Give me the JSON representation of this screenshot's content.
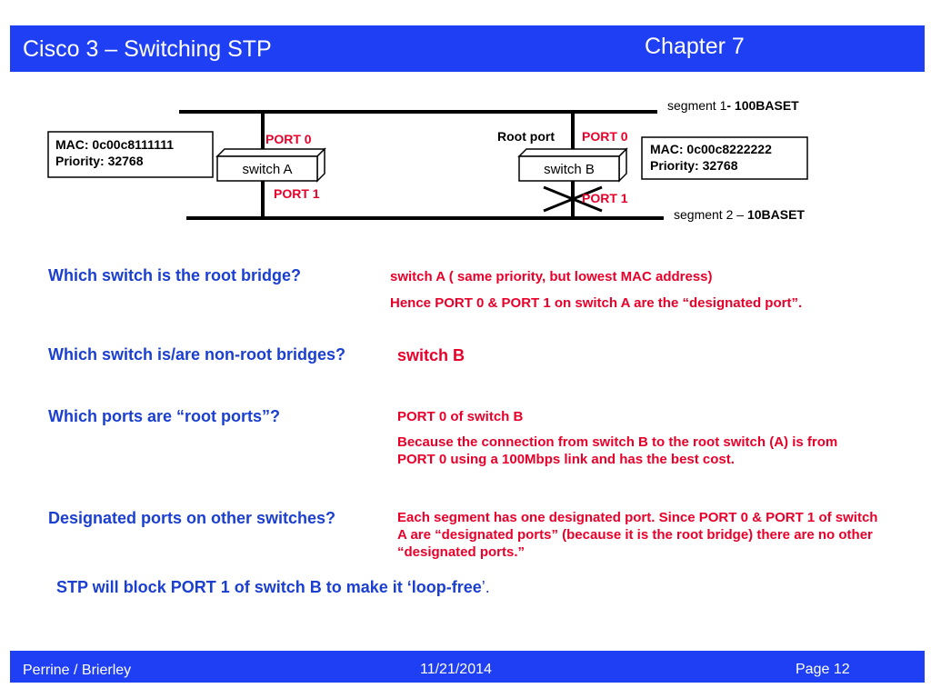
{
  "header": {
    "title": "Cisco 3 – Switching STP",
    "chapter": "Chapter 7"
  },
  "diagram": {
    "segment1": {
      "prefix": "segment 1",
      "suffix": "- 100BASET"
    },
    "segment2": {
      "prefix": "segment  2 – ",
      "suffix": "10BASET"
    },
    "switch_a": {
      "label": "switch A",
      "mac": "MAC: 0c00c8111111",
      "priority": "Priority: 32768",
      "port0": "PORT 0",
      "port1": "PORT 1"
    },
    "switch_b": {
      "label": "switch B",
      "mac": "MAC: 0c00c8222222",
      "priority": "Priority: 32768",
      "port0": "PORT 0",
      "port1": "PORT 1",
      "root_port_label": "Root port"
    }
  },
  "qa": [
    {
      "question": "Which switch is the root bridge?",
      "answers": [
        "switch A ( same priority, but lowest MAC address)",
        "Hence PORT 0 & PORT 1 on switch A are the “designated port”."
      ]
    },
    {
      "question": "Which switch is/are non-root bridges?",
      "answers": [
        "switch B"
      ]
    },
    {
      "question": "Which ports are “root ports”?",
      "answers": [
        "PORT 0 of switch B",
        "Because the connection from switch B to the root switch (A) is from PORT 0 using a 100Mbps link and has the best cost."
      ]
    },
    {
      "question": "Designated ports on other switches?",
      "answers": [
        "Each segment has one designated port. Since PORT 0 & PORT 1 of switch A are “designated ports” (because it is the root bridge) there are no other “designated ports.”"
      ]
    }
  ],
  "conclusion": {
    "main": "STP will block PORT 1 of switch B to make it ‘loop-free",
    "tail": "’."
  },
  "footer": {
    "author": "Perrine / Brierley",
    "date": "11/21/2014",
    "page": "Page 12"
  },
  "colors": {
    "header_bg": "#1f3ff5",
    "question": "#1a3fd1",
    "answer": "#e8002a"
  }
}
